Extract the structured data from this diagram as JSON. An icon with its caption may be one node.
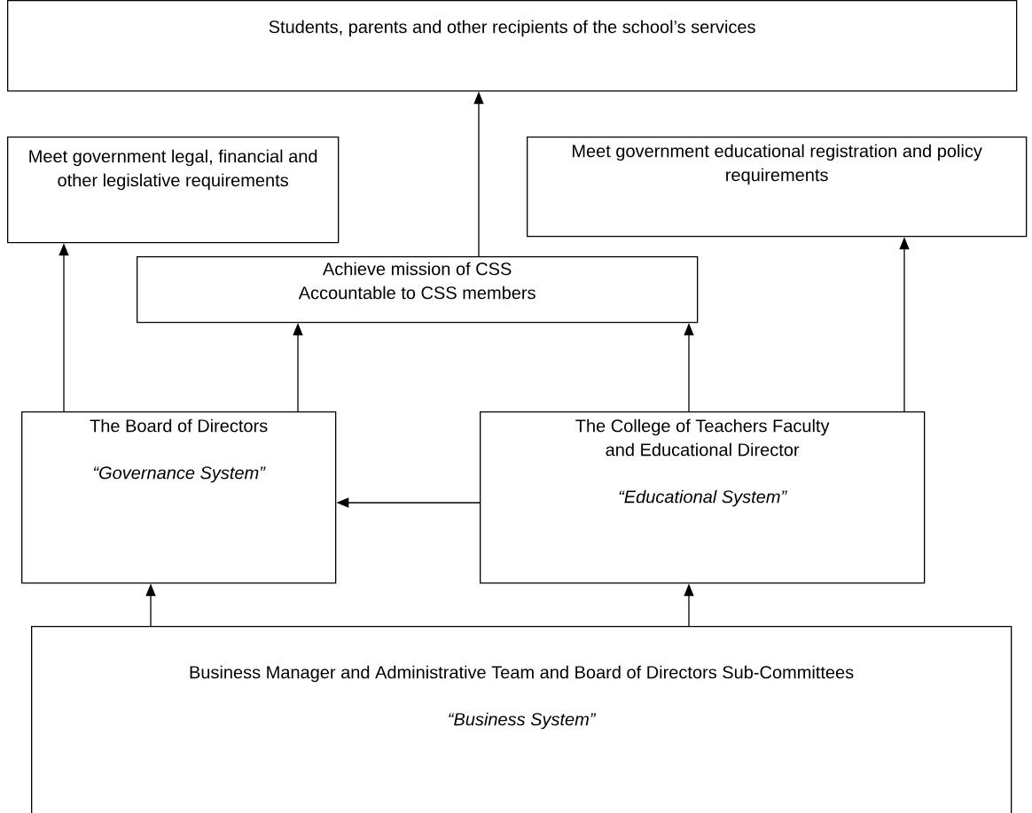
{
  "diagram": {
    "nodes": [
      {
        "text": [
          "Students, parents and other recipients of the school’s services"
        ]
      },
      {
        "text": [
          "Meet government legal, financial and other legislative requirements"
        ]
      },
      {
        "text": [
          "Meet government educational registration and policy requirements"
        ]
      },
      {
        "text": [
          "Achieve mission of CSS",
          "Accountable to CSS members"
        ]
      },
      {
        "text": [
          "The Board of Directors",
          "“Governance System”"
        ]
      },
      {
        "text": [
          "The College of Teachers Faculty and Educational Director",
          "“Educational System”"
        ]
      },
      {
        "text": [
          "Business Manager and Administrative Team and Board of Directors Sub-Committees",
          "“Business System”"
        ]
      }
    ],
    "edges": [
      {
        "from": 3,
        "to": 0,
        "arrow": "to"
      },
      {
        "from": 4,
        "to": 1,
        "arrow": "to"
      },
      {
        "from": 4,
        "to": 3,
        "arrow": "to"
      },
      {
        "from": 5,
        "to": 3,
        "arrow": "to"
      },
      {
        "from": 5,
        "to": 2,
        "arrow": "to"
      },
      {
        "from": 5,
        "to": 4,
        "arrow": "to"
      },
      {
        "from": 6,
        "to": 4,
        "arrow": "to"
      },
      {
        "from": 6,
        "to": 5,
        "arrow": "to"
      }
    ]
  }
}
